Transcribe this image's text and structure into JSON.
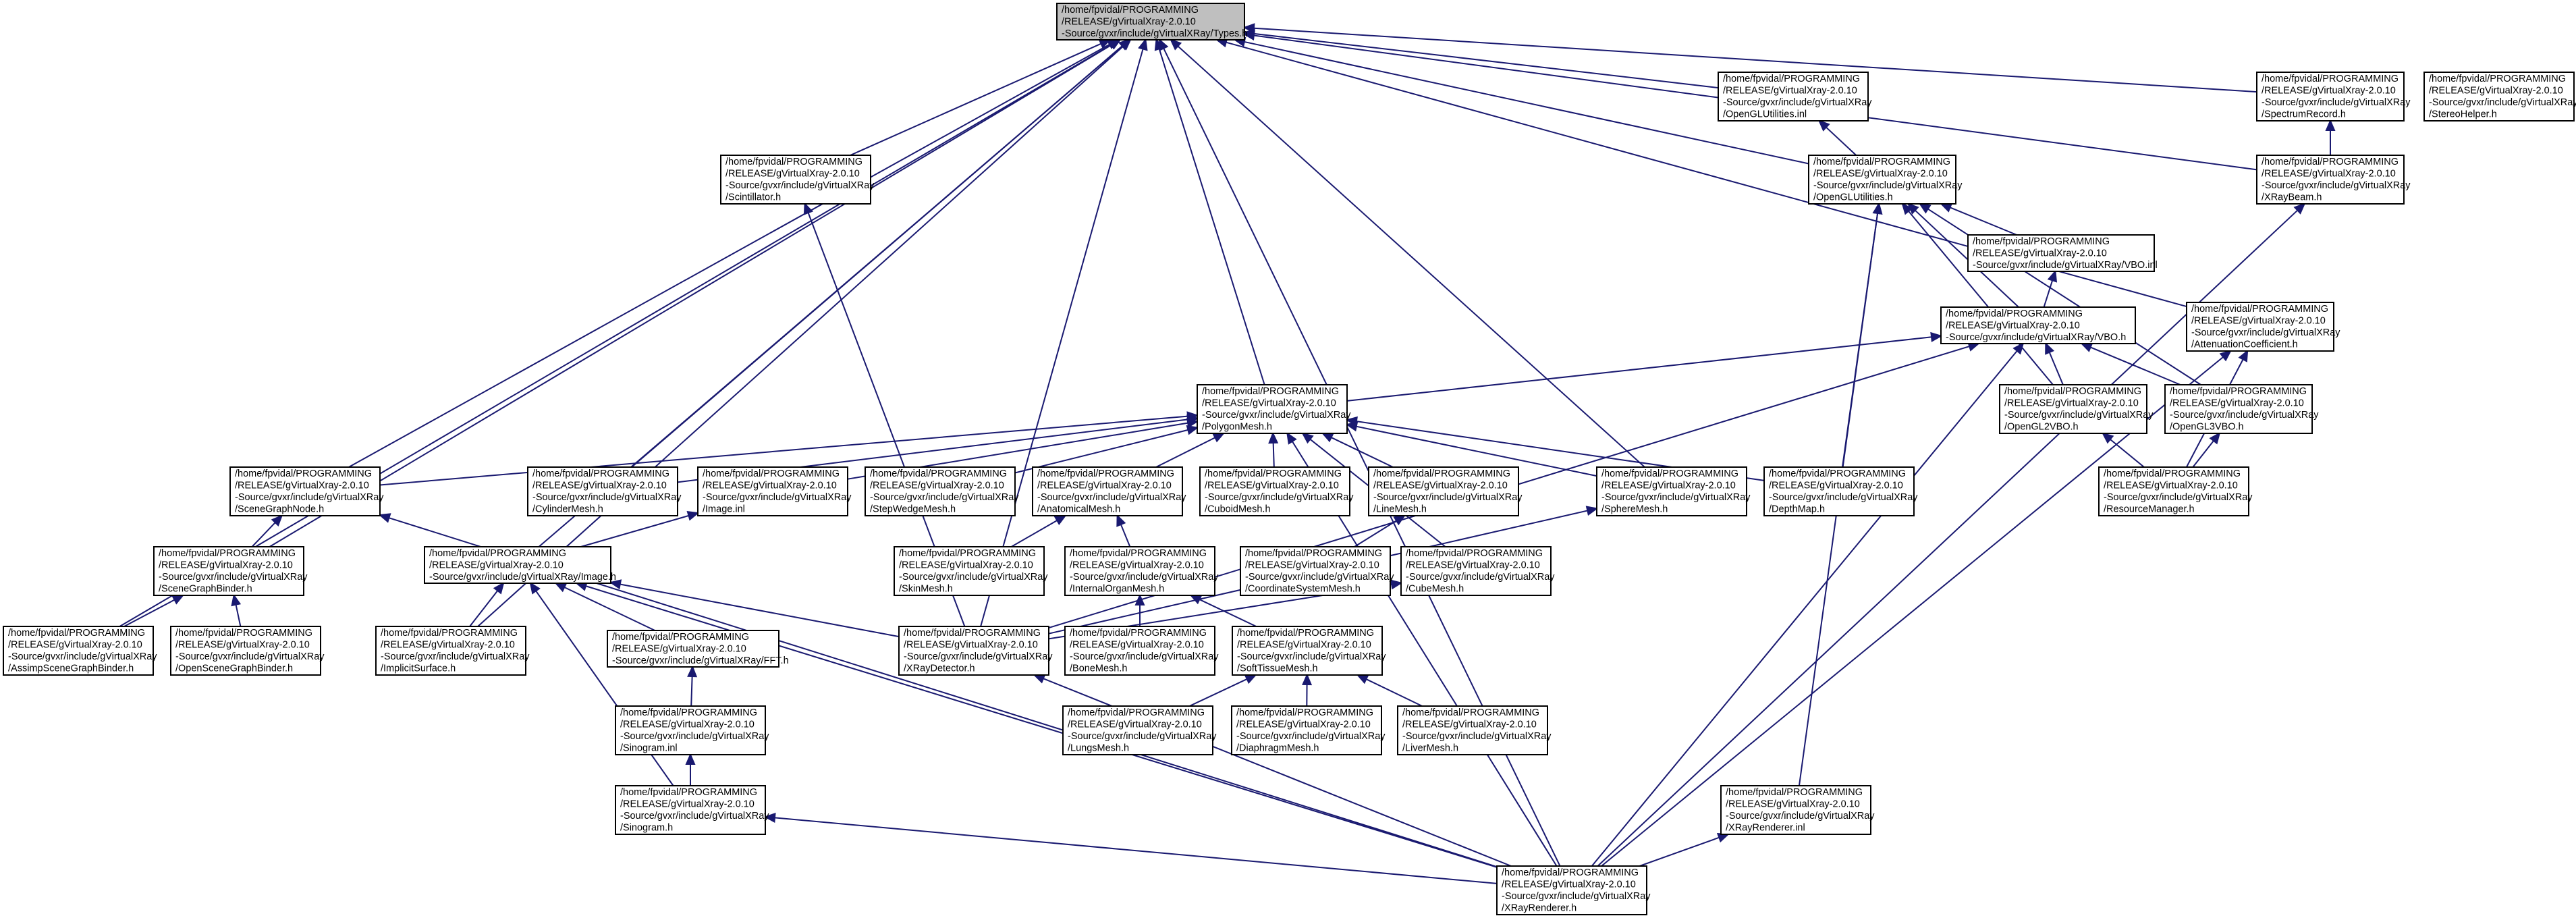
{
  "nodes": [
    {
      "id": "types",
      "root": true,
      "lines": [
        "/home/fpvidal/PROGRAMMING",
        "/RELEASE/gVirtualXray-2.0.10",
        "-Source/gvxr/include/gVirtualXRay/Types.h"
      ]
    },
    {
      "id": "oglutil_inl",
      "lines": [
        "/home/fpvidal/PROGRAMMING",
        "/RELEASE/gVirtualXray-2.0.10",
        "-Source/gvxr/include/gVirtualXRay",
        "/OpenGLUtilities.inl"
      ]
    },
    {
      "id": "spectrum",
      "lines": [
        "/home/fpvidal/PROGRAMMING",
        "/RELEASE/gVirtualXray-2.0.10",
        "-Source/gvxr/include/gVirtualXRay",
        "/SpectrumRecord.h"
      ]
    },
    {
      "id": "stereo",
      "lines": [
        "/home/fpvidal/PROGRAMMING",
        "/RELEASE/gVirtualXray-2.0.10",
        "-Source/gvxr/include/gVirtualXRay",
        "/StereoHelper.h"
      ]
    },
    {
      "id": "scint",
      "lines": [
        "/home/fpvidal/PROGRAMMING",
        "/RELEASE/gVirtualXray-2.0.10",
        "-Source/gvxr/include/gVirtualXRay",
        "/Scintillator.h"
      ]
    },
    {
      "id": "oglutil",
      "lines": [
        "/home/fpvidal/PROGRAMMING",
        "/RELEASE/gVirtualXray-2.0.10",
        "-Source/gvxr/include/gVirtualXRay",
        "/OpenGLUtilities.h"
      ]
    },
    {
      "id": "xraybeam",
      "lines": [
        "/home/fpvidal/PROGRAMMING",
        "/RELEASE/gVirtualXray-2.0.10",
        "-Source/gvxr/include/gVirtualXRay",
        "/XRayBeam.h"
      ]
    },
    {
      "id": "vbo_inl",
      "lines": [
        "/home/fpvidal/PROGRAMMING",
        "/RELEASE/gVirtualXray-2.0.10",
        "-Source/gvxr/include/gVirtualXRay/VBO.inl"
      ]
    },
    {
      "id": "vbo",
      "lines": [
        "/home/fpvidal/PROGRAMMING",
        "/RELEASE/gVirtualXray-2.0.10",
        "-Source/gvxr/include/gVirtualXRay/VBO.h"
      ]
    },
    {
      "id": "atten",
      "lines": [
        "/home/fpvidal/PROGRAMMING",
        "/RELEASE/gVirtualXray-2.0.10",
        "-Source/gvxr/include/gVirtualXRay",
        "/AttenuationCoefficient.h"
      ]
    },
    {
      "id": "poly",
      "lines": [
        "/home/fpvidal/PROGRAMMING",
        "/RELEASE/gVirtualXray-2.0.10",
        "-Source/gvxr/include/gVirtualXRay",
        "/PolygonMesh.h"
      ]
    },
    {
      "id": "ogl2vbo",
      "lines": [
        "/home/fpvidal/PROGRAMMING",
        "/RELEASE/gVirtualXray-2.0.10",
        "-Source/gvxr/include/gVirtualXRay",
        "/OpenGL2VBO.h"
      ]
    },
    {
      "id": "ogl3vbo",
      "lines": [
        "/home/fpvidal/PROGRAMMING",
        "/RELEASE/gVirtualXray-2.0.10",
        "-Source/gvxr/include/gVirtualXRay",
        "/OpenGL3VBO.h"
      ]
    },
    {
      "id": "sgnode",
      "lines": [
        "/home/fpvidal/PROGRAMMING",
        "/RELEASE/gVirtualXray-2.0.10",
        "-Source/gvxr/include/gVirtualXRay",
        "/SceneGraphNode.h"
      ]
    },
    {
      "id": "cylinder",
      "lines": [
        "/home/fpvidal/PROGRAMMING",
        "/RELEASE/gVirtualXray-2.0.10",
        "-Source/gvxr/include/gVirtualXRay",
        "/CylinderMesh.h"
      ]
    },
    {
      "id": "image_inl",
      "lines": [
        "/home/fpvidal/PROGRAMMING",
        "/RELEASE/gVirtualXray-2.0.10",
        "-Source/gvxr/include/gVirtualXRay",
        "/Image.inl"
      ]
    },
    {
      "id": "stepwedge",
      "lines": [
        "/home/fpvidal/PROGRAMMING",
        "/RELEASE/gVirtualXray-2.0.10",
        "-Source/gvxr/include/gVirtualXRay",
        "/StepWedgeMesh.h"
      ]
    },
    {
      "id": "anat",
      "lines": [
        "/home/fpvidal/PROGRAMMING",
        "/RELEASE/gVirtualXray-2.0.10",
        "-Source/gvxr/include/gVirtualXRay",
        "/AnatomicalMesh.h"
      ]
    },
    {
      "id": "cuboid",
      "lines": [
        "/home/fpvidal/PROGRAMMING",
        "/RELEASE/gVirtualXray-2.0.10",
        "-Source/gvxr/include/gVirtualXRay",
        "/CuboidMesh.h"
      ]
    },
    {
      "id": "line",
      "lines": [
        "/home/fpvidal/PROGRAMMING",
        "/RELEASE/gVirtualXray-2.0.10",
        "-Source/gvxr/include/gVirtualXRay",
        "/LineMesh.h"
      ]
    },
    {
      "id": "sphere",
      "lines": [
        "/home/fpvidal/PROGRAMMING",
        "/RELEASE/gVirtualXray-2.0.10",
        "-Source/gvxr/include/gVirtualXRay",
        "/SphereMesh.h"
      ]
    },
    {
      "id": "depth",
      "lines": [
        "/home/fpvidal/PROGRAMMING",
        "/RELEASE/gVirtualXray-2.0.10",
        "-Source/gvxr/include/gVirtualXRay",
        "/DepthMap.h"
      ]
    },
    {
      "id": "resmgr",
      "lines": [
        "/home/fpvidal/PROGRAMMING",
        "/RELEASE/gVirtualXray-2.0.10",
        "-Source/gvxr/include/gVirtualXRay",
        "/ResourceManager.h"
      ]
    },
    {
      "id": "sgbinder",
      "lines": [
        "/home/fpvidal/PROGRAMMING",
        "/RELEASE/gVirtualXray-2.0.10",
        "-Source/gvxr/include/gVirtualXRay",
        "/SceneGraphBinder.h"
      ]
    },
    {
      "id": "image",
      "lines": [
        "/home/fpvidal/PROGRAMMING",
        "/RELEASE/gVirtualXray-2.0.10",
        "-Source/gvxr/include/gVirtualXRay/Image.h"
      ]
    },
    {
      "id": "skin",
      "lines": [
        "/home/fpvidal/PROGRAMMING",
        "/RELEASE/gVirtualXray-2.0.10",
        "-Source/gvxr/include/gVirtualXRay",
        "/SkinMesh.h"
      ]
    },
    {
      "id": "internal",
      "lines": [
        "/home/fpvidal/PROGRAMMING",
        "/RELEASE/gVirtualXray-2.0.10",
        "-Source/gvxr/include/gVirtualXRay",
        "/InternalOrganMesh.h"
      ]
    },
    {
      "id": "coordsys",
      "lines": [
        "/home/fpvidal/PROGRAMMING",
        "/RELEASE/gVirtualXray-2.0.10",
        "-Source/gvxr/include/gVirtualXRay",
        "/CoordinateSystemMesh.h"
      ]
    },
    {
      "id": "cube",
      "lines": [
        "/home/fpvidal/PROGRAMMING",
        "/RELEASE/gVirtualXray-2.0.10",
        "-Source/gvxr/include/gVirtualXRay",
        "/CubeMesh.h"
      ]
    },
    {
      "id": "assimp",
      "lines": [
        "/home/fpvidal/PROGRAMMING",
        "/RELEASE/gVirtualXray-2.0.10",
        "-Source/gvxr/include/gVirtualXRay",
        "/AssimpSceneGraphBinder.h"
      ]
    },
    {
      "id": "osgbinder",
      "lines": [
        "/home/fpvidal/PROGRAMMING",
        "/RELEASE/gVirtualXray-2.0.10",
        "-Source/gvxr/include/gVirtualXRay",
        "/OpenSceneGraphBinder.h"
      ]
    },
    {
      "id": "implicit",
      "lines": [
        "/home/fpvidal/PROGRAMMING",
        "/RELEASE/gVirtualXray-2.0.10",
        "-Source/gvxr/include/gVirtualXRay",
        "/ImplicitSurface.h"
      ]
    },
    {
      "id": "fft",
      "lines": [
        "/home/fpvidal/PROGRAMMING",
        "/RELEASE/gVirtualXray-2.0.10",
        "-Source/gvxr/include/gVirtualXRay/FFT.h"
      ]
    },
    {
      "id": "detector",
      "lines": [
        "/home/fpvidal/PROGRAMMING",
        "/RELEASE/gVirtualXray-2.0.10",
        "-Source/gvxr/include/gVirtualXRay",
        "/XRayDetector.h"
      ]
    },
    {
      "id": "bone",
      "lines": [
        "/home/fpvidal/PROGRAMMING",
        "/RELEASE/gVirtualXray-2.0.10",
        "-Source/gvxr/include/gVirtualXRay",
        "/BoneMesh.h"
      ]
    },
    {
      "id": "soft",
      "lines": [
        "/home/fpvidal/PROGRAMMING",
        "/RELEASE/gVirtualXray-2.0.10",
        "-Source/gvxr/include/gVirtualXRay",
        "/SoftTissueMesh.h"
      ]
    },
    {
      "id": "sino_inl",
      "lines": [
        "/home/fpvidal/PROGRAMMING",
        "/RELEASE/gVirtualXray-2.0.10",
        "-Source/gvxr/include/gVirtualXRay",
        "/Sinogram.inl"
      ]
    },
    {
      "id": "lungs",
      "lines": [
        "/home/fpvidal/PROGRAMMING",
        "/RELEASE/gVirtualXray-2.0.10",
        "-Source/gvxr/include/gVirtualXRay",
        "/LungsMesh.h"
      ]
    },
    {
      "id": "diaph",
      "lines": [
        "/home/fpvidal/PROGRAMMING",
        "/RELEASE/gVirtualXray-2.0.10",
        "-Source/gvxr/include/gVirtualXRay",
        "/DiaphragmMesh.h"
      ]
    },
    {
      "id": "liver",
      "lines": [
        "/home/fpvidal/PROGRAMMING",
        "/RELEASE/gVirtualXray-2.0.10",
        "-Source/gvxr/include/gVirtualXRay",
        "/LiverMesh.h"
      ]
    },
    {
      "id": "renderer_inl",
      "lines": [
        "/home/fpvidal/PROGRAMMING",
        "/RELEASE/gVirtualXray-2.0.10",
        "-Source/gvxr/include/gVirtualXRay",
        "/XRayRenderer.inl"
      ]
    },
    {
      "id": "sino",
      "lines": [
        "/home/fpvidal/PROGRAMMING",
        "/RELEASE/gVirtualXray-2.0.10",
        "-Source/gvxr/include/gVirtualXRay",
        "/Sinogram.h"
      ]
    },
    {
      "id": "renderer",
      "lines": [
        "/home/fpvidal/PROGRAMMING",
        "/RELEASE/gVirtualXray-2.0.10",
        "-Source/gvxr/include/gVirtualXRay",
        "/XRayRenderer.h"
      ]
    }
  ],
  "edges": [
    [
      "oglutil_inl",
      "types"
    ],
    [
      "spectrum",
      "types"
    ],
    [
      "scint",
      "types"
    ],
    [
      "oglutil",
      "types"
    ],
    [
      "xraybeam",
      "types"
    ],
    [
      "atten",
      "types"
    ],
    [
      "poly",
      "types"
    ],
    [
      "sgnode",
      "types"
    ],
    [
      "cylinder",
      "types"
    ],
    [
      "sphere",
      "types"
    ],
    [
      "sgbinder",
      "types"
    ],
    [
      "image",
      "types"
    ],
    [
      "assimp",
      "types"
    ],
    [
      "implicit",
      "types"
    ],
    [
      "detector",
      "types"
    ],
    [
      "renderer",
      "types"
    ],
    [
      "oglutil",
      "oglutil_inl"
    ],
    [
      "xraybeam",
      "spectrum"
    ],
    [
      "detector",
      "scint"
    ],
    [
      "vbo_inl",
      "oglutil"
    ],
    [
      "vbo",
      "oglutil"
    ],
    [
      "ogl2vbo",
      "oglutil"
    ],
    [
      "ogl3vbo",
      "oglutil"
    ],
    [
      "depth",
      "oglutil"
    ],
    [
      "renderer_inl",
      "oglutil"
    ],
    [
      "vbo",
      "vbo_inl"
    ],
    [
      "poly",
      "vbo"
    ],
    [
      "ogl2vbo",
      "vbo"
    ],
    [
      "ogl3vbo",
      "vbo"
    ],
    [
      "detector",
      "vbo"
    ],
    [
      "renderer",
      "vbo"
    ],
    [
      "resmgr",
      "atten"
    ],
    [
      "renderer",
      "atten"
    ],
    [
      "renderer",
      "xraybeam"
    ],
    [
      "resmgr",
      "ogl2vbo"
    ],
    [
      "resmgr",
      "ogl3vbo"
    ],
    [
      "sgnode",
      "poly"
    ],
    [
      "cylinder",
      "poly"
    ],
    [
      "image_inl",
      "poly"
    ],
    [
      "stepwedge",
      "poly"
    ],
    [
      "anat",
      "poly"
    ],
    [
      "cuboid",
      "poly"
    ],
    [
      "line",
      "poly"
    ],
    [
      "sphere",
      "poly"
    ],
    [
      "depth",
      "poly"
    ],
    [
      "cube",
      "poly"
    ],
    [
      "renderer",
      "poly"
    ],
    [
      "sgbinder",
      "sgnode"
    ],
    [
      "renderer",
      "sgnode"
    ],
    [
      "assimp",
      "sgbinder"
    ],
    [
      "osgbinder",
      "sgbinder"
    ],
    [
      "image",
      "image_inl"
    ],
    [
      "skin",
      "anat"
    ],
    [
      "internal",
      "anat"
    ],
    [
      "coordsys",
      "line"
    ],
    [
      "detector",
      "sphere"
    ],
    [
      "detector",
      "cube"
    ],
    [
      "implicit",
      "image"
    ],
    [
      "fft",
      "image"
    ],
    [
      "detector",
      "image"
    ],
    [
      "sino",
      "image"
    ],
    [
      "renderer",
      "image"
    ],
    [
      "bone",
      "internal"
    ],
    [
      "soft",
      "internal"
    ],
    [
      "lungs",
      "soft"
    ],
    [
      "diaph",
      "soft"
    ],
    [
      "liver",
      "soft"
    ],
    [
      "sino_inl",
      "fft"
    ],
    [
      "sino",
      "sino_inl"
    ],
    [
      "renderer",
      "sino"
    ],
    [
      "renderer",
      "detector"
    ],
    [
      "renderer",
      "renderer_inl"
    ]
  ]
}
